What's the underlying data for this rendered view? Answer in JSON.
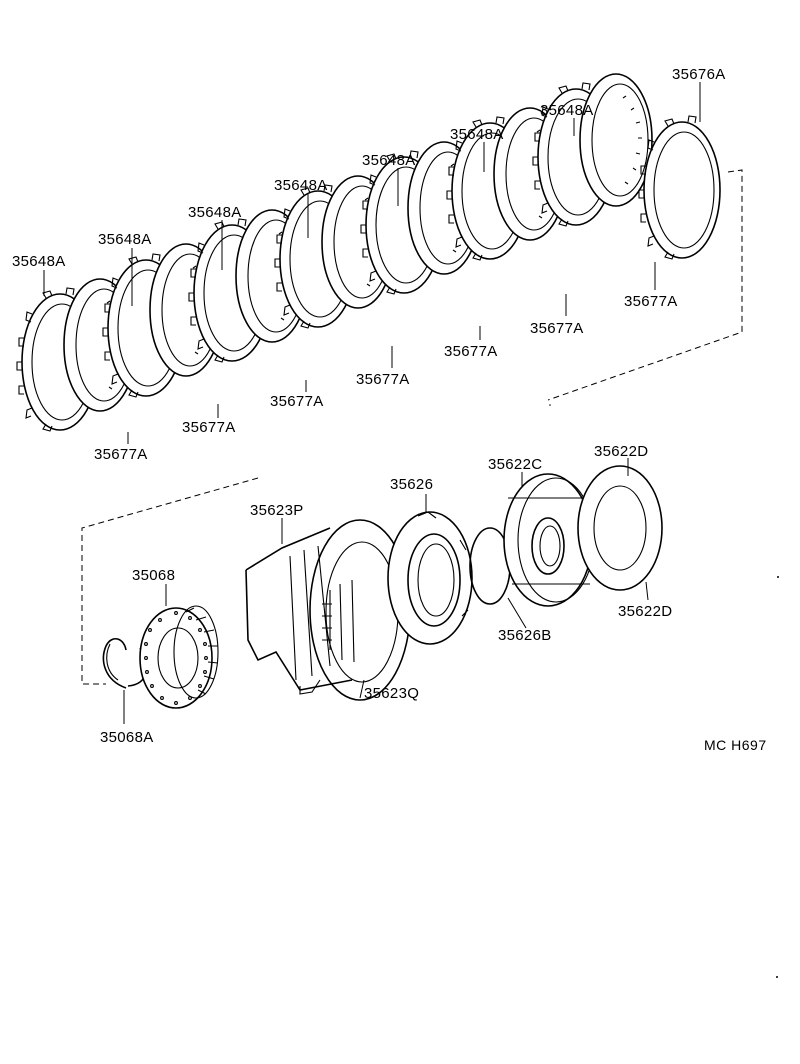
{
  "labels": {
    "p35676A": "35676A",
    "p35648A": "35648A",
    "p35677A": "35677A",
    "p35068": "35068",
    "p35068A": "35068A",
    "p35623P": "35623P",
    "p35623Q": "35623Q",
    "p35626": "35626",
    "p35626B": "35626B",
    "p35622C": "35622C",
    "p35622D": "35622D"
  },
  "drawing_code": "MC  H697"
}
